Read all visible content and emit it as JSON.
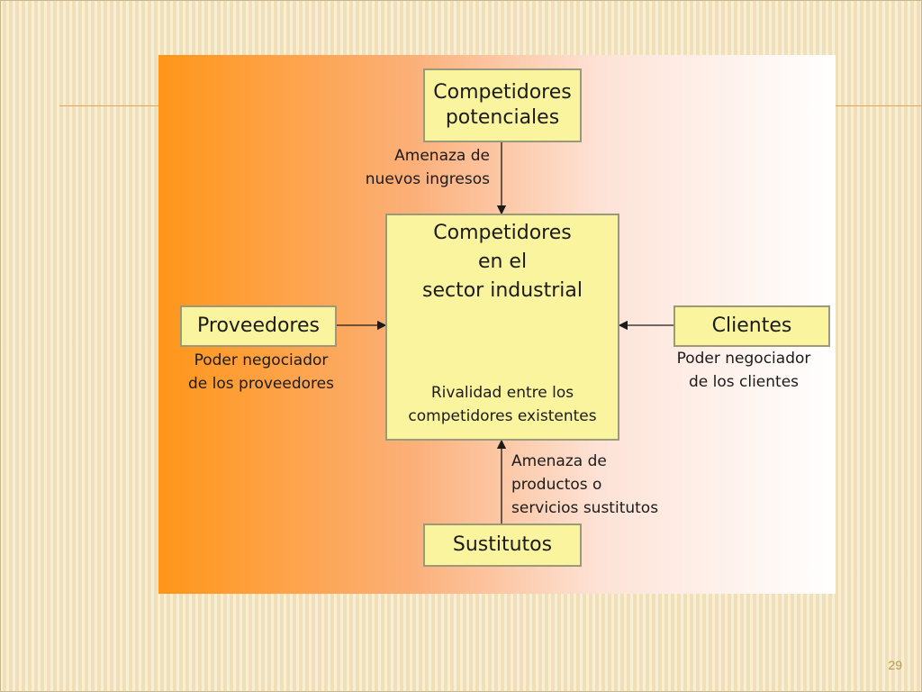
{
  "diagram": {
    "top_box": {
      "line1": "Competidores",
      "line2": "potenciales"
    },
    "top_label": {
      "line1": "Amenaza de",
      "line2": "nuevos ingresos"
    },
    "center_box": {
      "line1": "Competidores",
      "line2": "en el",
      "line3": "sector industrial",
      "rivalry_line1": "Rivalidad entre los",
      "rivalry_line2": "competidores existentes"
    },
    "left_box": {
      "title": "Proveedores"
    },
    "left_label": {
      "line1": "Poder negociador",
      "line2": "de los proveedores"
    },
    "right_box": {
      "title": "Clientes"
    },
    "right_label": {
      "line1": "Poder negociador",
      "line2": "de los clientes"
    },
    "bottom_label": {
      "line1": "Amenaza de",
      "line2": "productos o",
      "line3": "servicios sustitutos"
    },
    "bottom_box": {
      "title": "Sustitutos"
    },
    "colors": {
      "box_fill": "#fbf49e",
      "curved_arrow": "#1b1b8c",
      "gradient_start": "#ff9619",
      "gradient_end": "#ffffff"
    }
  },
  "slide": {
    "page_number": "29"
  }
}
